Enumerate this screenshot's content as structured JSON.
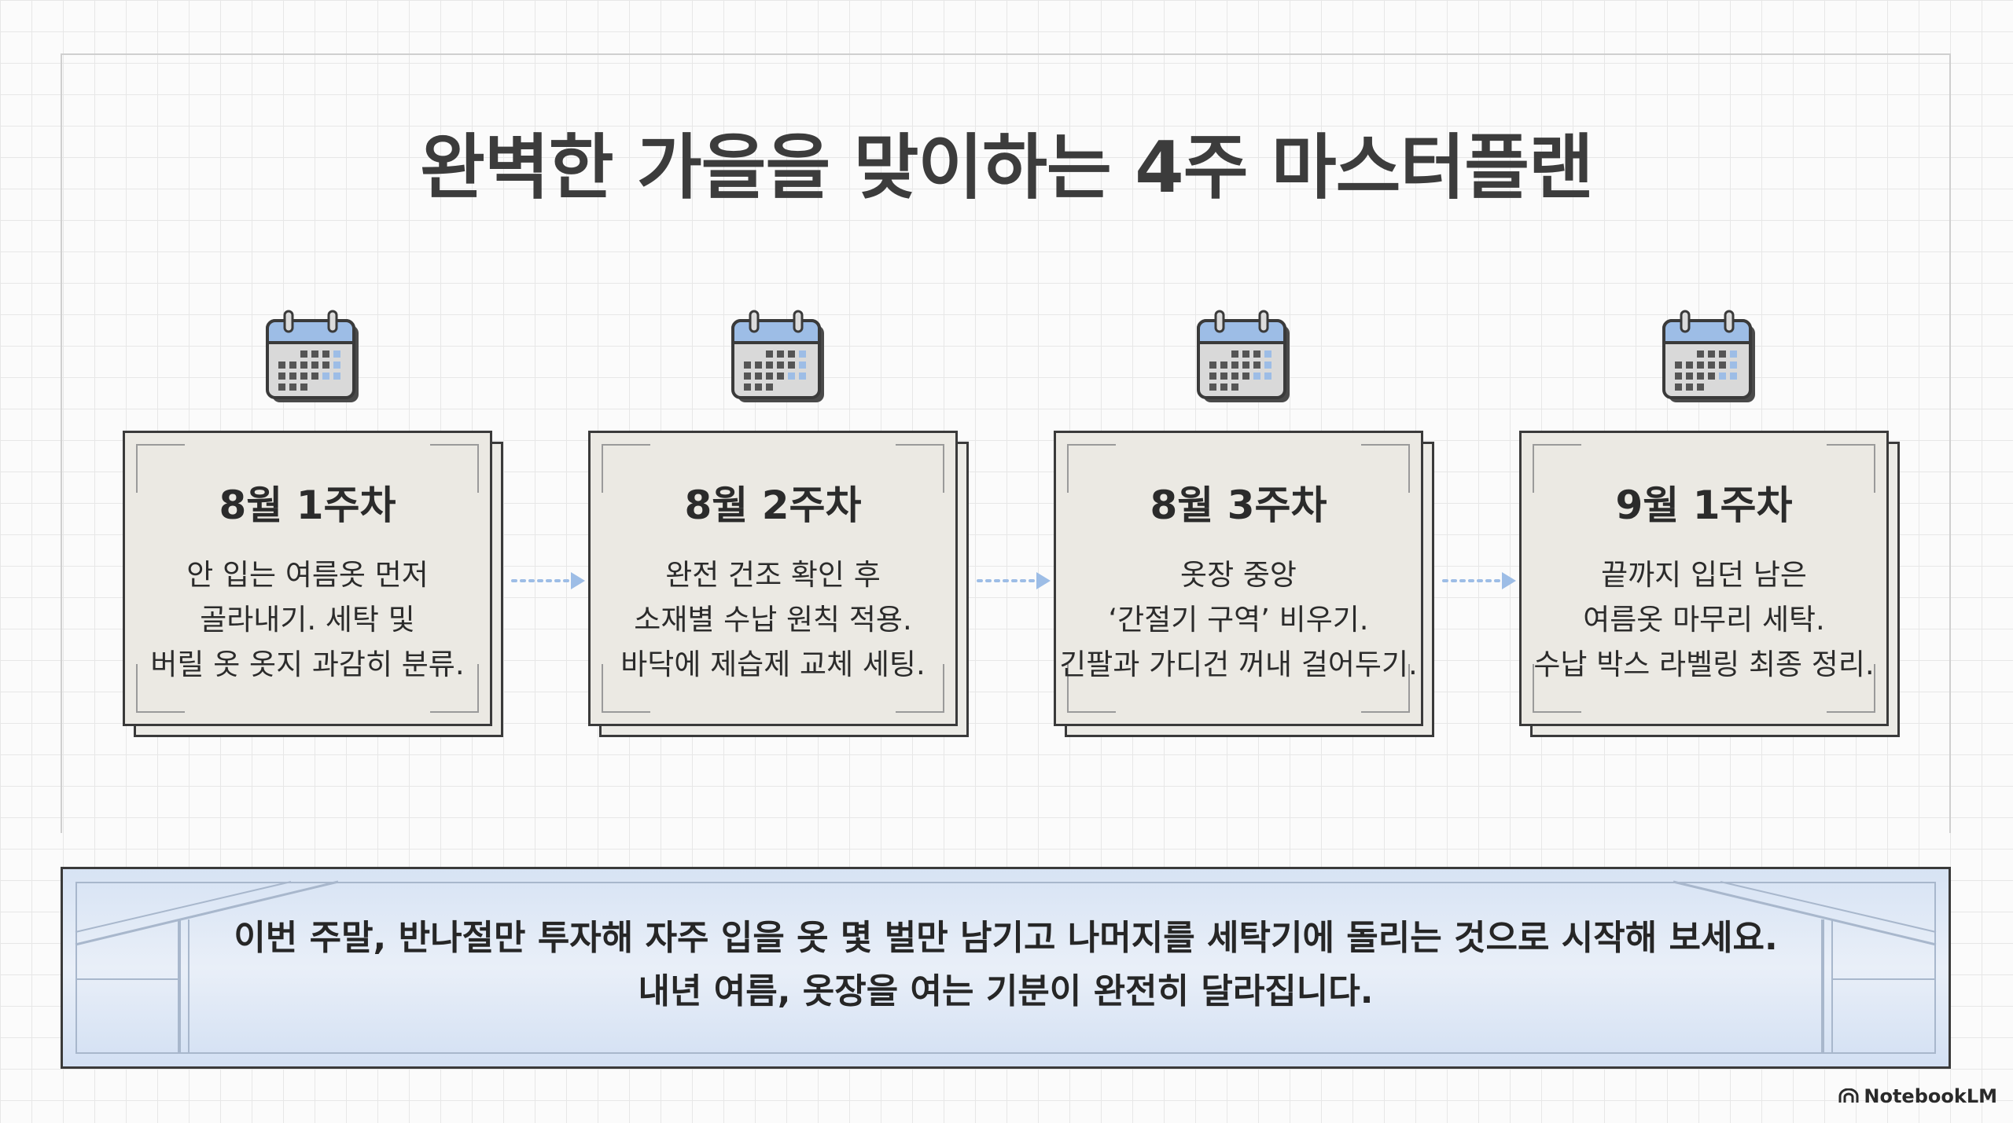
{
  "title": "완벽한 가을을 맞이하는 4주 마스터플랜",
  "steps": [
    {
      "title": "8월 1주차",
      "lines": [
        "안 입는 여름옷 먼저",
        "골라내기. 세탁 및",
        "버릴 옷 옷지 과감히 분류."
      ]
    },
    {
      "title": "8월 2주차",
      "lines": [
        "완전 건조 확인 후",
        "소재별 수납 원칙 적용.",
        "바닥에 제습제 교체 세팅."
      ]
    },
    {
      "title": "8월 3주차",
      "lines": [
        "옷장 중앙",
        "‘간절기 구역’ 비우기.",
        "긴팔과 가디건 꺼내 걸어두기."
      ]
    },
    {
      "title": "9월 1주차",
      "lines": [
        "끝까지 입던 남은",
        "여름옷 마무리 세탁.",
        "수납 박스 라벨링 최종 정리."
      ]
    }
  ],
  "banner": {
    "lines": [
      "이번 주말, 반나절만 투자해 자주 입을 옷 몇 벌만 남기고 나머지를 세탁기에 돌리는 것으로 시작해 보세요.",
      "내년 여름, 옷장을 여는 기분이 완전히 달라집니다."
    ]
  },
  "brand": {
    "label": "NotebookLM",
    "icon": "notebooklm-logo-icon"
  },
  "icons": {
    "step": "calendar-icon",
    "connector": "dotted-arrow-right-icon"
  },
  "colors": {
    "accent": "#9dbde6",
    "card": "#ebe9e3",
    "banner": "#dce6f5",
    "ink": "#3a3a3a"
  }
}
